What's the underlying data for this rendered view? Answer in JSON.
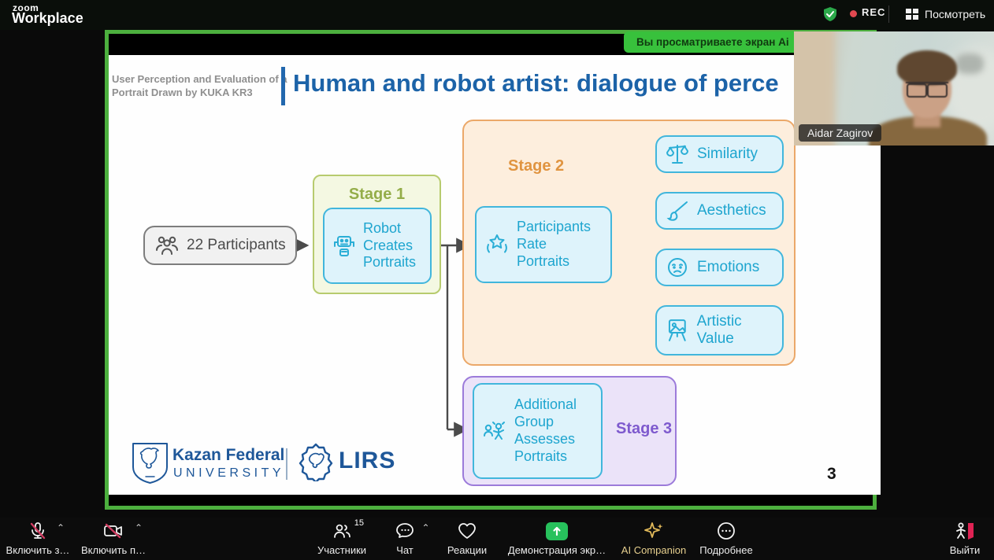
{
  "app": {
    "logo_top": "zoom",
    "logo_bottom": "Workplace"
  },
  "top_bar": {
    "rec_label": "REC",
    "view_button": "Посмотреть"
  },
  "share_banner": {
    "text": "Вы просматриваете экран  Ai"
  },
  "video_thumbnail": {
    "participant_name": "Aidar Zagirov"
  },
  "slide": {
    "subtitle_line1": "User Perception and Evaluation of a",
    "subtitle_line2": "Portrait Drawn by KUKA KR3",
    "title": "Human and robot artist: dialogue of perce",
    "page_number": "3",
    "footer": {
      "university_name": "Kazan Federal",
      "university_word": "UNIVERSITY",
      "lab_name": "LIRS"
    }
  },
  "diagram": {
    "participants_node": "22 Participants",
    "stage1_label": "Stage 1",
    "stage1_node": "Robot\nCreates\nPortraits",
    "stage2_label": "Stage 2",
    "stage2_node": "Participants\nRate\nPortraits",
    "outcome_similarity": "Similarity",
    "outcome_aesthetics": "Aesthetics",
    "outcome_emotions": "Emotions",
    "outcome_artistic_value": "Artistic Value",
    "stage3_label": "Stage 3",
    "stage3_node": "Additional\nGroup\nAssesses\nPortraits"
  },
  "toolbar": {
    "unmute_audio": "Включить з…",
    "start_video": "Включить п…",
    "participants": "Участники",
    "participants_count": "15",
    "chat": "Чат",
    "reactions": "Реакции",
    "share_screen": "Демонстрация экр…",
    "ai_companion": "AI Companion",
    "more": "Подробнее",
    "leave": "Выйти"
  },
  "colors": {
    "share_border_green": "#4caf3e",
    "banner_green": "#38c13c",
    "title_blue": "#1c63a8",
    "node_teal": "#1ea5cf",
    "node_bg": "#def3fb",
    "node_border": "#41b6dc",
    "stage1_accent": "#94ad49",
    "stage2_accent": "#e09440",
    "stage3_accent": "#7e5ace",
    "share_button_green": "#27c15c",
    "ai_gold": "#e6cf8e",
    "leave_red": "#e02354",
    "logo_blue": "#1e5799"
  }
}
